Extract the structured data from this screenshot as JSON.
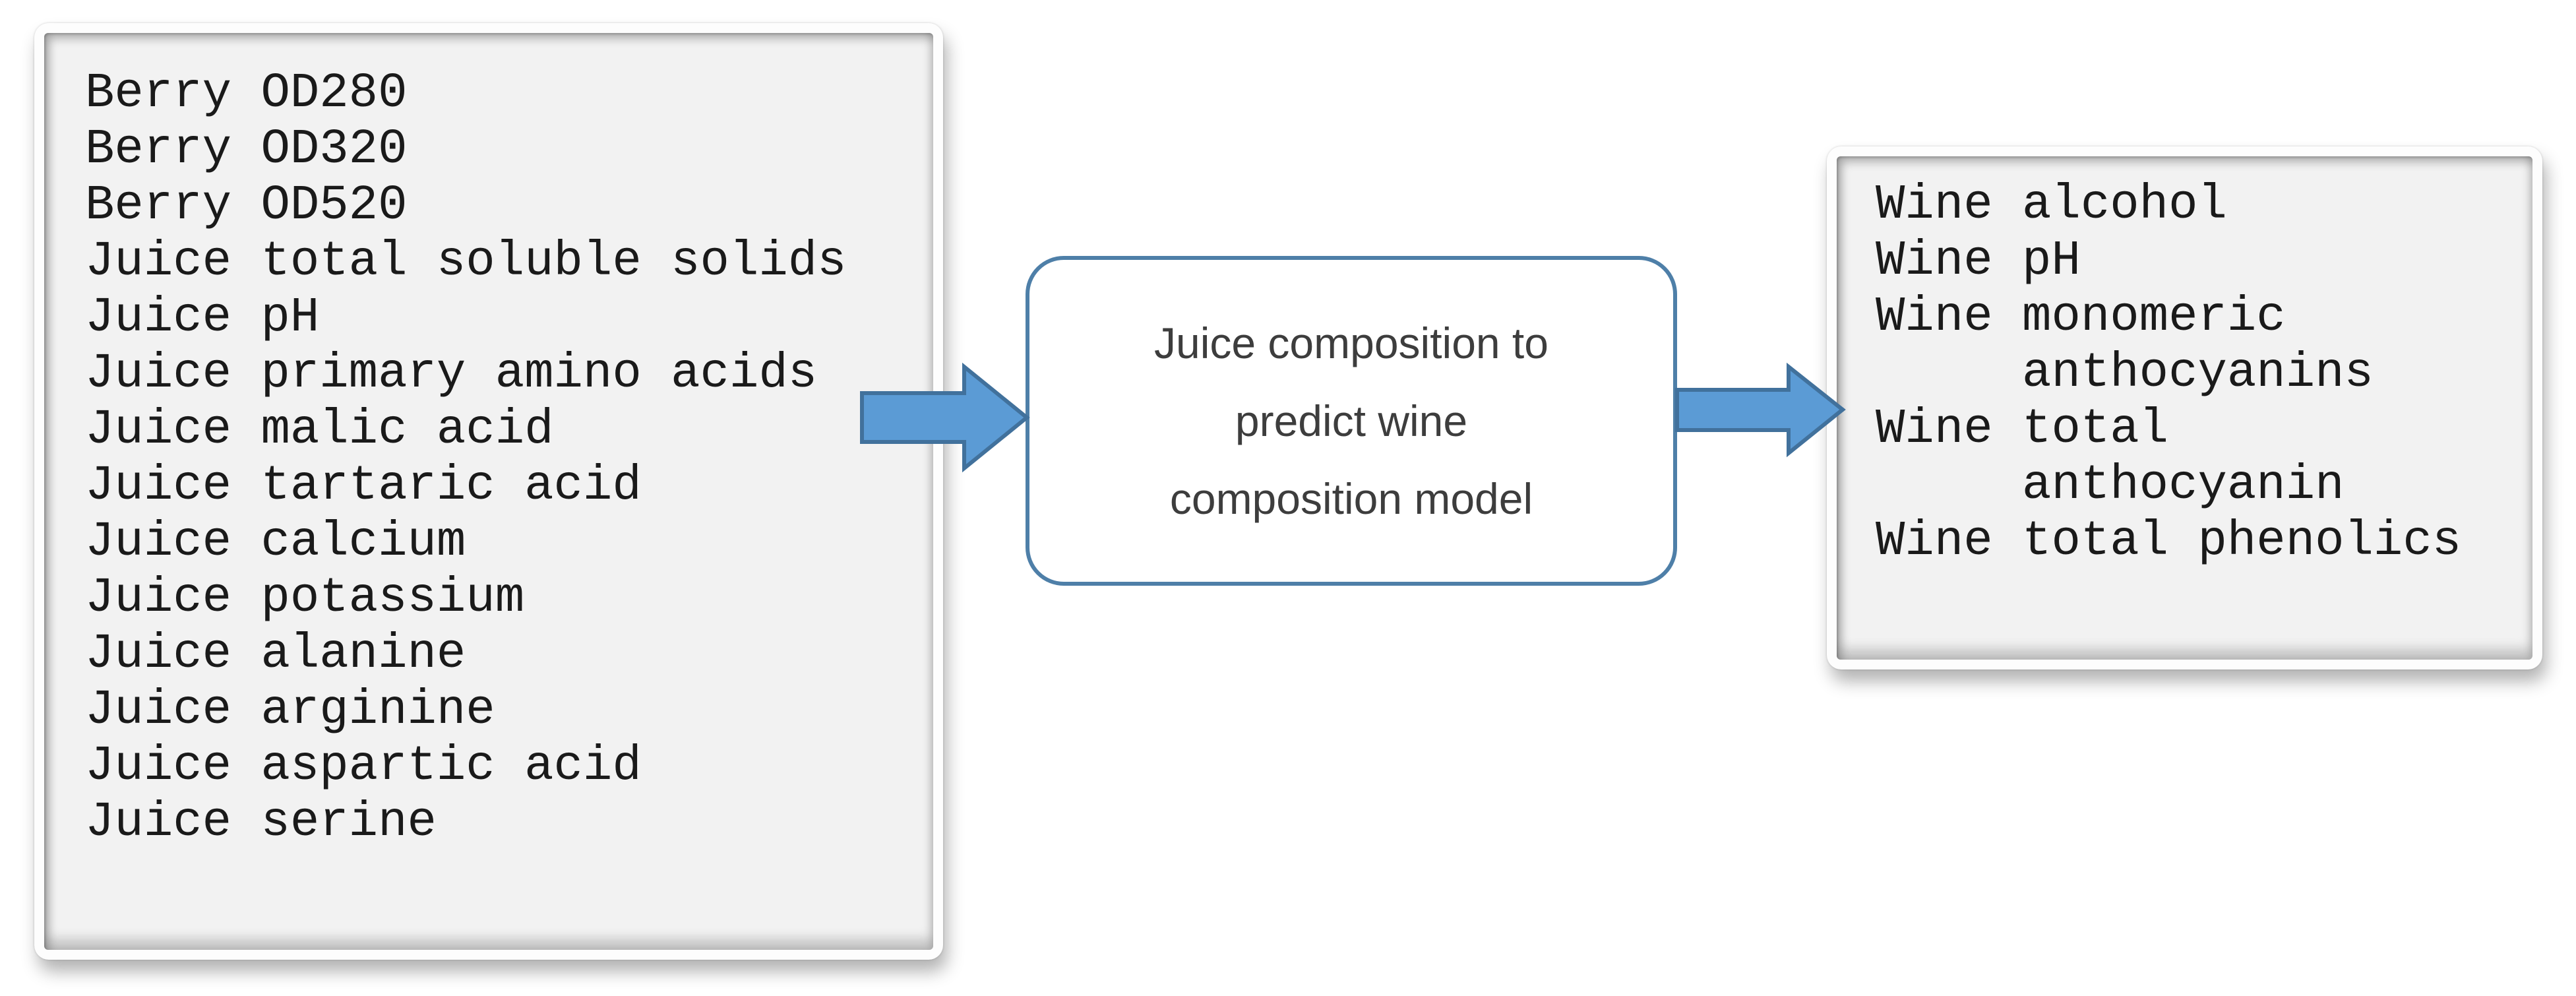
{
  "input_box": {
    "lines": [
      "Berry OD280",
      "Berry OD320",
      "Berry OD520",
      "Juice total soluble solids",
      "Juice pH",
      "Juice primary amino acids",
      "Juice malic acid",
      "Juice tartaric acid",
      "Juice calcium",
      "Juice potassium",
      "Juice alanine",
      "Juice arginine",
      "Juice aspartic acid",
      "Juice serine"
    ]
  },
  "process_box": {
    "lines": [
      "Juice composition to",
      "predict wine",
      "composition model"
    ]
  },
  "output_box": {
    "lines": [
      "Wine alcohol",
      "Wine pH",
      "Wine monomeric",
      "     anthocyanins",
      "Wine total",
      "     anthocyanin",
      "Wine total phenolics"
    ]
  },
  "colors": {
    "arrow_fill": "#5B9BD5",
    "arrow_stroke": "#41719C",
    "process_box_border": "#4E7FA8",
    "panel_fill": "#F2F2F2",
    "list_text": "#1A1A1A",
    "process_text": "#3D3D3D"
  }
}
